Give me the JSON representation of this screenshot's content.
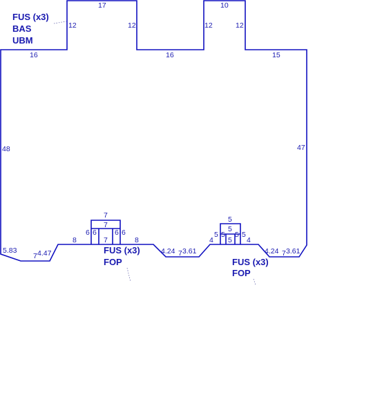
{
  "colors": {
    "outline": "#1010c0",
    "text": "#1a1ab0",
    "background": "#ffffff"
  },
  "notes": {
    "top_left": [
      "FUS (x3)",
      "BAS",
      "UBM"
    ],
    "bottom_mid": [
      "FUS (x3)",
      "FOP"
    ],
    "bottom_right": [
      "FUS (x3)",
      "FOP"
    ]
  },
  "dimensions": {
    "tab1_top": "17",
    "tab1_left": "12",
    "tab1_right": "12",
    "tab2_top": "10",
    "tab2_left": "12",
    "tab2_right": "12",
    "shoulder_left": "16",
    "shoulder_mid": "16",
    "shoulder_right": "15",
    "side_left": "48",
    "side_right": "47",
    "chamfer_left": "5.83",
    "bottom_left_a": "7",
    "bottom_left_b": "4.47",
    "pad1_left_seg": "8",
    "pad1_right_seg": "8",
    "pad1_outer_left": "6",
    "pad1_inner_left": "6",
    "pad1_inner_right": "6",
    "pad1_outer_right": "6",
    "pad1_top": "7",
    "pad1_inner_top": "7",
    "pad1_bottom": "7",
    "mid_a": "4.24",
    "mid_b": "7",
    "mid_c": "3.61",
    "pad2_left_seg": "4",
    "pad2_right_seg": "4",
    "pad2_outer_left": "5",
    "pad2_inner_left": "5",
    "pad2_inner_right": "5",
    "pad2_outer_right": "5",
    "pad2_top": "5",
    "pad2_inner_top": "5",
    "pad2_bottom": "5",
    "right_a": "4.24",
    "right_b": "7",
    "right_c": "3.61"
  }
}
